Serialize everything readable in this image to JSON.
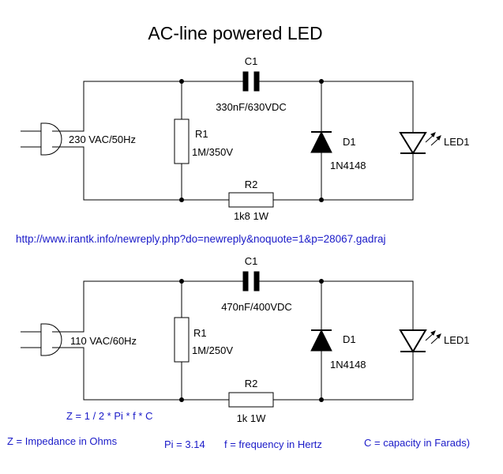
{
  "title": "AC-line powered LED",
  "url": "http://www.irantk.info/newreply.php?do=newreply&noquote=1&p=28067.gadraj",
  "circuits": [
    {
      "source": "230 VAC/50Hz",
      "c1": {
        "name": "C1",
        "value": "330nF/630VDC"
      },
      "r1": {
        "name": "R1",
        "value": "1M/350V"
      },
      "d1": {
        "name": "D1",
        "value": "1N4148"
      },
      "r2": {
        "name": "R2",
        "value": "1k8 1W"
      },
      "led": {
        "name": "LED1"
      }
    },
    {
      "source": "110 VAC/60Hz",
      "c1": {
        "name": "C1",
        "value": "470nF/400VDC"
      },
      "r1": {
        "name": "R1",
        "value": "1M/250V"
      },
      "d1": {
        "name": "D1",
        "value": "1N4148"
      },
      "r2": {
        "name": "R2",
        "value": "1k 1W"
      },
      "led": {
        "name": "LED1"
      }
    }
  ],
  "formula": "Z  = 1 / 2 * Pi * f * C",
  "legend": {
    "z": "Z = Impedance in Ohms",
    "pi": "Pi = 3.14",
    "f": "f = frequency in Hertz",
    "c": "C = capacity in Farads)"
  },
  "colors": {
    "line": "#000000",
    "link_text": "#1a1ac8"
  }
}
